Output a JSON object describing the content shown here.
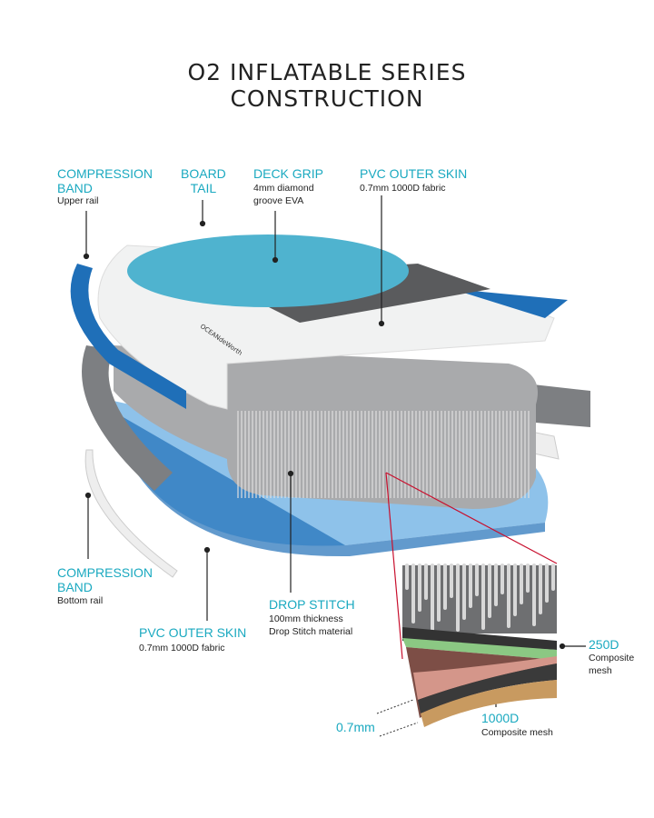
{
  "title": {
    "line1": "O2 INFLATABLE SERIES",
    "line2": "CONSTRUCTION"
  },
  "labels": {
    "compression_band_upper": {
      "title1": "COMPRESSION",
      "title2": "BAND",
      "desc": "Upper rail"
    },
    "board_tail": {
      "title1": "BOARD",
      "title2": "TAIL"
    },
    "deck_grip": {
      "title": "DECK GRIP",
      "desc1": "4mm diamond",
      "desc2": "groove EVA"
    },
    "pvc_outer_skin_top": {
      "title": "PVC OUTER SKIN",
      "desc": "0.7mm 1000D fabric"
    },
    "compression_band_bottom": {
      "title1": "COMPRESSION",
      "title2": "BAND",
      "desc": "Bottom rail"
    },
    "pvc_outer_skin_bottom": {
      "title": "PVC OUTER SKIN",
      "desc": "0.7mm 1000D fabric"
    },
    "drop_stitch": {
      "title": "DROP STITCH",
      "desc1": "100mm thickness",
      "desc2": "Drop Stitch material"
    },
    "mesh_250d": {
      "title": "250D",
      "desc1": "Composite",
      "desc2": "mesh"
    },
    "mesh_1000d": {
      "title": "1000D",
      "desc": "Composite mesh"
    },
    "thickness": {
      "title": "0.7mm"
    }
  },
  "colors": {
    "accent": "#1aa9c0",
    "deck": "#4fb3cf",
    "bottom": "#8ec2ea",
    "rail_blue": "#1f6fb8",
    "grey": "#7d7f82",
    "callout": "#c8102e"
  }
}
